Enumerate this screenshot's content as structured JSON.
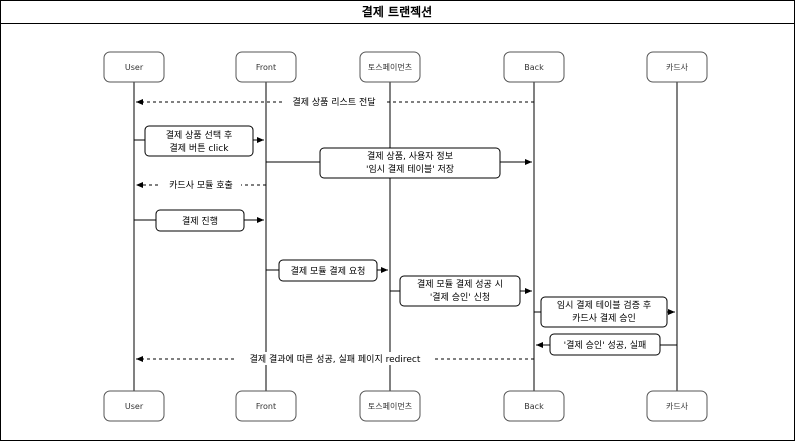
{
  "title": "결제 트랜젝션",
  "actors": [
    {
      "id": "user",
      "label": "User"
    },
    {
      "id": "front",
      "label": "Front"
    },
    {
      "id": "toss",
      "label": "토스페이먼츠"
    },
    {
      "id": "back",
      "label": "Back"
    },
    {
      "id": "card",
      "label": "카드사"
    }
  ],
  "messages": [
    {
      "id": "m1",
      "lines": [
        "결제 상품 리스트 전달"
      ]
    },
    {
      "id": "m2",
      "lines": [
        "결제 상품 선택 후",
        "결제 버튼 click"
      ]
    },
    {
      "id": "m3",
      "lines": [
        "결제 상품, 사용자 정보",
        "'임시 결제 테이블' 저장"
      ]
    },
    {
      "id": "m4",
      "lines": [
        "카드사 모듈 호출"
      ]
    },
    {
      "id": "m5",
      "lines": [
        "결제 진행"
      ]
    },
    {
      "id": "m6",
      "lines": [
        "결제 모듈 결제 요청"
      ]
    },
    {
      "id": "m7",
      "lines": [
        "결제 모듈 결제 성공 시",
        "'결제 승인' 신청"
      ]
    },
    {
      "id": "m8",
      "lines": [
        "임시 결제 테이블 검증 후",
        "카드사 결제 승인"
      ]
    },
    {
      "id": "m9",
      "lines": [
        "'결제 승인' 성공, 실패"
      ]
    },
    {
      "id": "m10",
      "lines": [
        "결제 결과에 따른 성공, 실패 페이지 redirect"
      ]
    }
  ]
}
